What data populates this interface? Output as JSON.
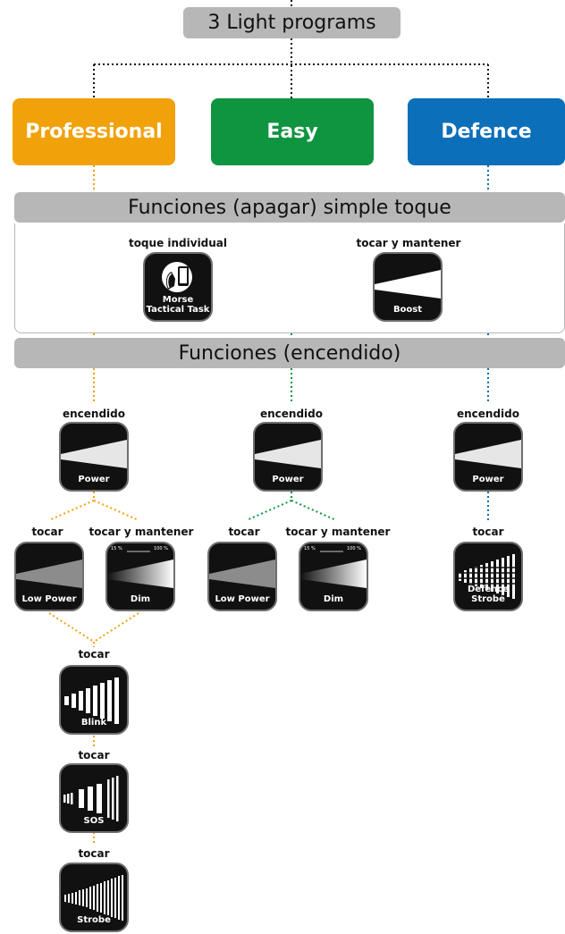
{
  "title": "3 Light programs",
  "programs": {
    "professional": "Professional",
    "easy": "Easy",
    "defence": "Defence"
  },
  "sections": {
    "off": "Funciones (apagar) simple toque",
    "on": "Funciones (encendido)"
  },
  "off_functions": {
    "single_tap_label": "toque individual",
    "hold_label": "tocar y mantener",
    "morse_line1": "Morse",
    "morse_line2": "Tactical Task",
    "boost": "Boost"
  },
  "labels": {
    "on": "encendido",
    "tap": "tocar",
    "tap_hold": "tocar y mantener"
  },
  "modes": {
    "power": "Power",
    "low_power": "Low Power",
    "dim": "Dim",
    "dim_min": "15 %",
    "dim_max": "100 %",
    "blink": "Blink",
    "sos": "SOS",
    "strobe": "Strobe",
    "defence_strobe": "Defence Strobe"
  },
  "colors": {
    "professional": "#f1a10a",
    "easy": "#0f9440",
    "defence": "#0c6fb9",
    "connector_top": "#111111"
  }
}
